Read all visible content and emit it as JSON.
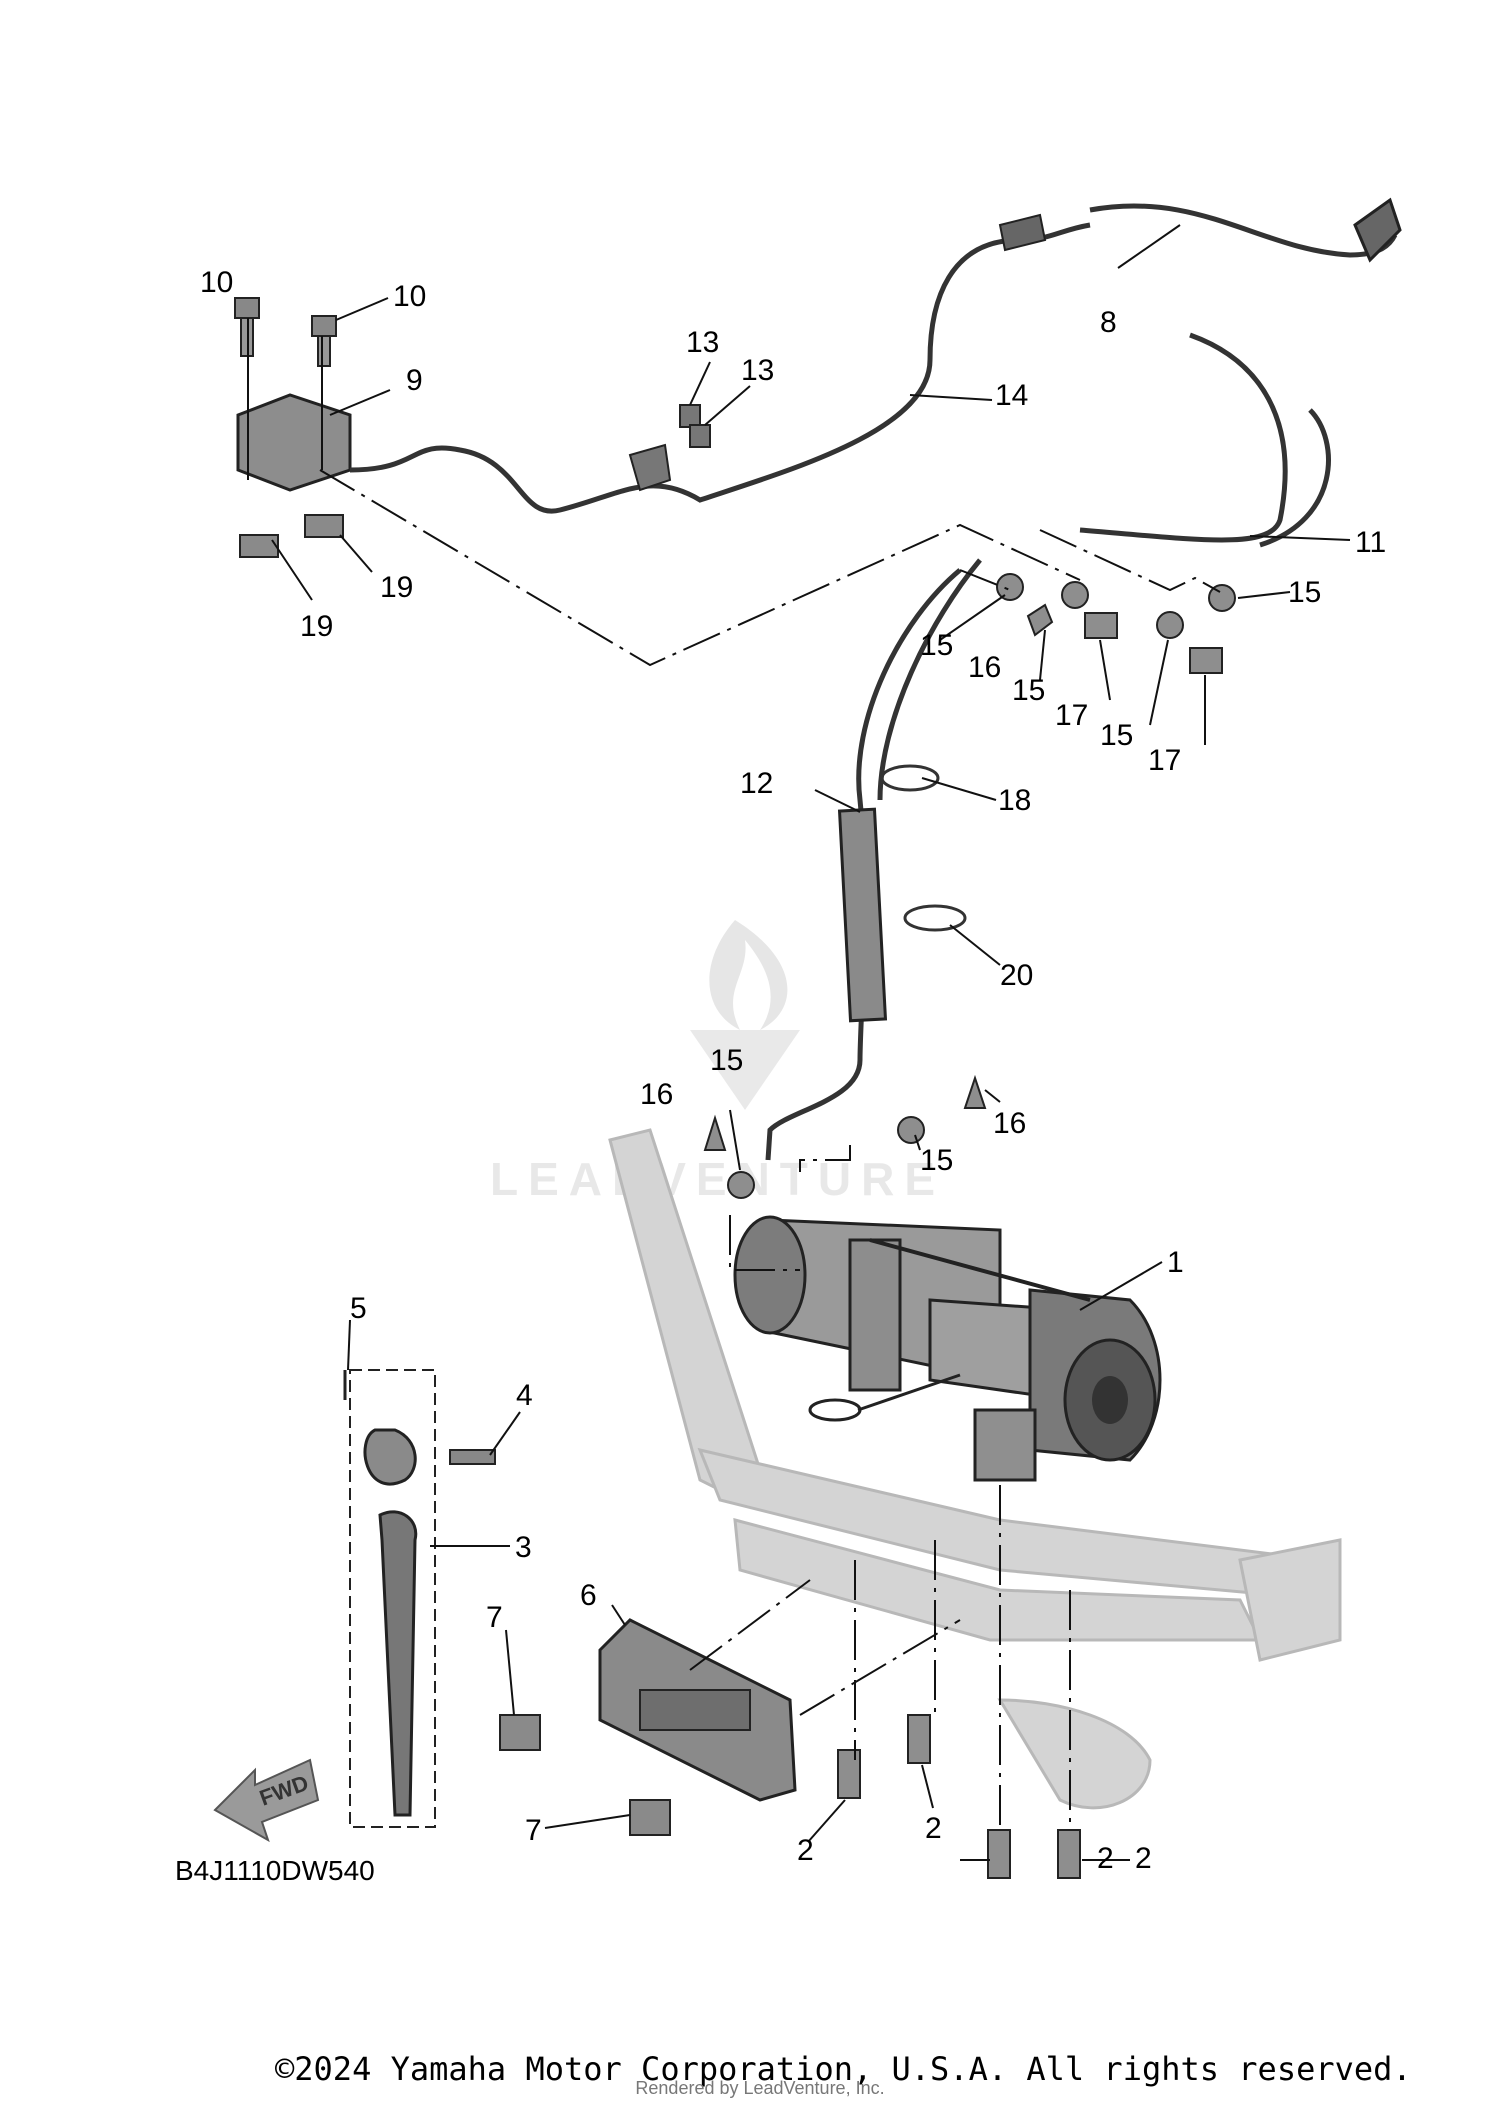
{
  "diagram": {
    "drawing_code": "B4J1110DW540",
    "fwd_label": "FWD",
    "callouts": [
      "1",
      "2",
      "2",
      "2",
      "2",
      "3",
      "4",
      "5",
      "6",
      "7",
      "7",
      "8",
      "9",
      "10",
      "10",
      "11",
      "12",
      "13",
      "13",
      "14",
      "15",
      "15",
      "15",
      "15",
      "15",
      "15",
      "16",
      "16",
      "16",
      "17",
      "17",
      "18",
      "19",
      "19",
      "20"
    ]
  },
  "watermark": {
    "text": "LEADVENTURE"
  },
  "footer": {
    "copyright": "©2024 Yamaha Motor Corporation, U.S.A. All rights reserved.",
    "rendered_by": "Rendered by LeadVenture, Inc."
  },
  "colors": {
    "part_gray": "#8a8a8a",
    "frame_gray": "#cfcfcf",
    "line": "#111111"
  }
}
